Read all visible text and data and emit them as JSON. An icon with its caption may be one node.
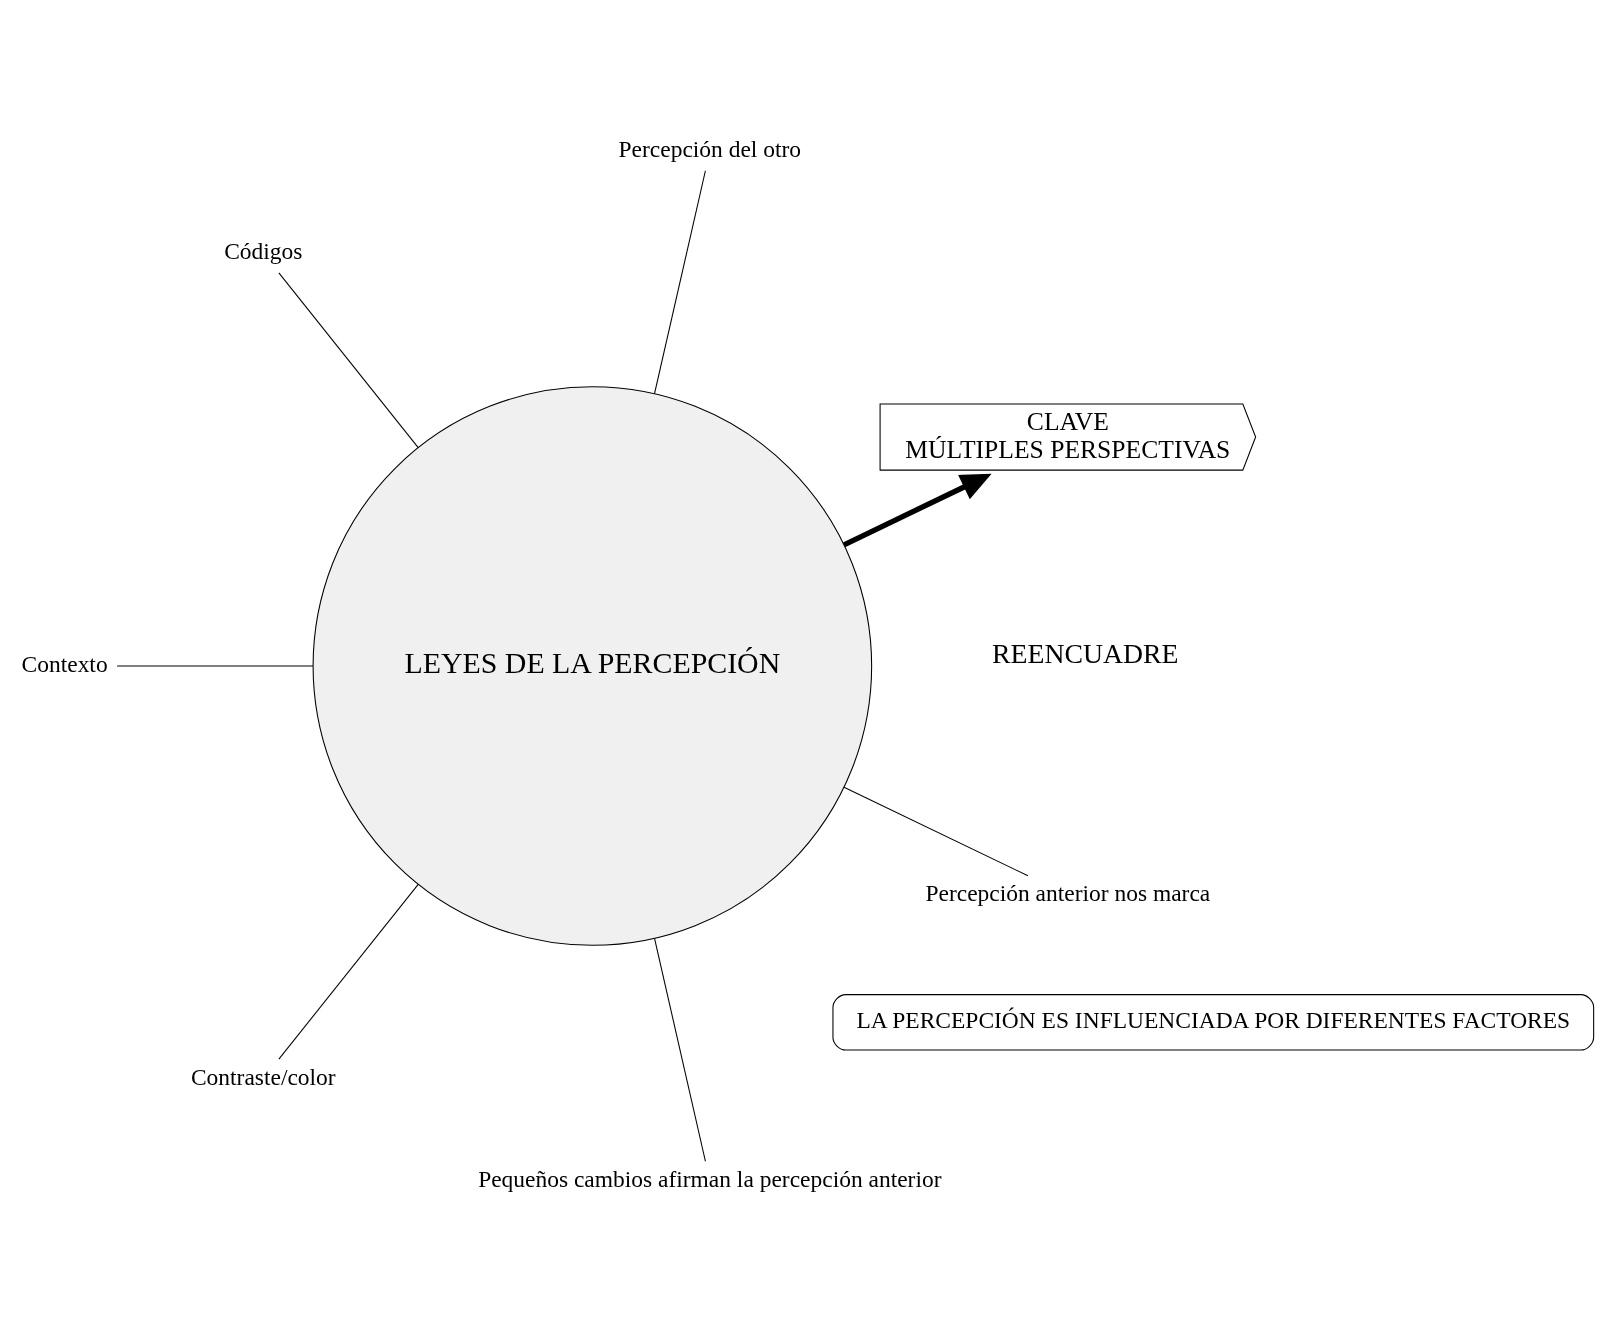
{
  "diagram": {
    "nodes": [
      {
        "text": [
          "CLAVE",
          "MÚLTIPLES PERSPECTIVAS"
        ]
      },
      {
        "text": [
          "LEYES DE LA PERCEPCIÓN"
        ]
      },
      {
        "text": [
          "LA PERCEPCIÓN ES INFLUENCIADA POR DIFERENTES FACTORES"
        ]
      },
      {
        "text": [
          "Percepción del otro"
        ]
      },
      {
        "text": [
          "Códigos"
        ]
      },
      {
        "text": [
          "Contexto"
        ]
      },
      {
        "text": [
          "Contraste/color"
        ]
      },
      {
        "text": [
          "Pequeños cambios afirman la percepción anterior"
        ]
      },
      {
        "text": [
          "Percepción anterior nos marca"
        ]
      }
    ],
    "edges": [
      {
        "from": 1,
        "to": 0,
        "arrow": "to",
        "style": "thick"
      },
      {
        "from": 1,
        "to": 3,
        "arrow": "none"
      },
      {
        "from": 1,
        "to": 4,
        "arrow": "none"
      },
      {
        "from": 1,
        "to": 5,
        "arrow": "none"
      },
      {
        "from": 1,
        "to": 6,
        "arrow": "none"
      },
      {
        "from": 1,
        "to": 7,
        "arrow": "none"
      },
      {
        "from": 1,
        "to": 8,
        "arrow": "none"
      }
    ],
    "labels": [
      "REENCUADRE"
    ]
  }
}
